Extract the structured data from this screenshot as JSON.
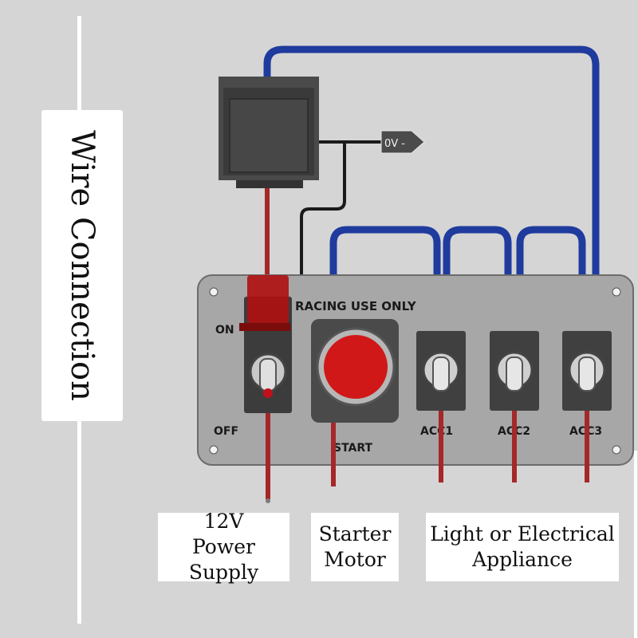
{
  "title": "Wire Connection",
  "panel": {
    "header": "RACING USE ONLY",
    "on_label": "ON",
    "off_label": "OFF",
    "start_label": "START",
    "acc_labels": [
      "ACC1",
      "ACC2",
      "ACC3"
    ]
  },
  "ground_tag": "0V -",
  "bottom_labels": {
    "power": [
      "12V",
      "Power Supply"
    ],
    "starter": [
      "Starter",
      "Motor"
    ],
    "appliance": [
      "Light or Electrical",
      "Appliance"
    ]
  },
  "colors": {
    "background": "#d5d5d5",
    "panel": "#a7a7a7",
    "blue_wire": "#1f3b9e",
    "red_wire": "#a52828",
    "black_wire": "#1a1a1a",
    "button_red": "#d01818",
    "cover_red": "#b01010"
  }
}
